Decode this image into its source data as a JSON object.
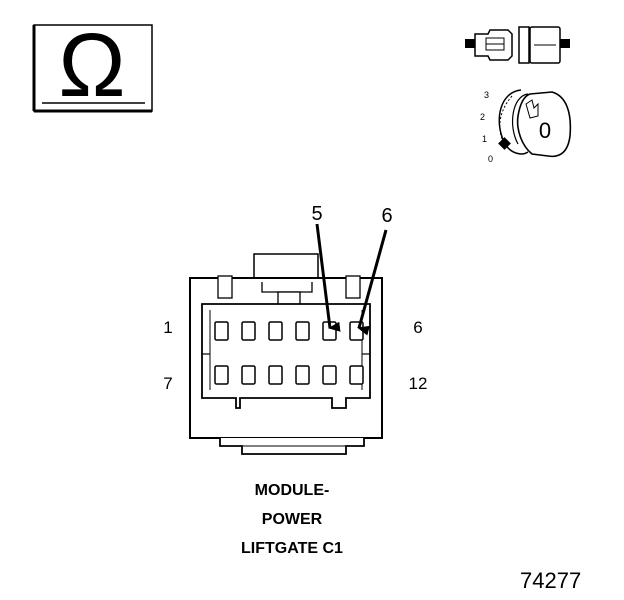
{
  "ohm_symbol": "Ω",
  "key_positions": [
    "3",
    "2",
    "1",
    "0"
  ],
  "key_label": "0",
  "callouts": {
    "left": "5",
    "right": "6"
  },
  "pin_labels": {
    "top_left": "1",
    "top_right": "6",
    "bottom_left": "7",
    "bottom_right": "12"
  },
  "caption": {
    "line1": "MODULE-",
    "line2": "POWER",
    "line3": "LIFTGATE C1"
  },
  "figure_number": "74277"
}
